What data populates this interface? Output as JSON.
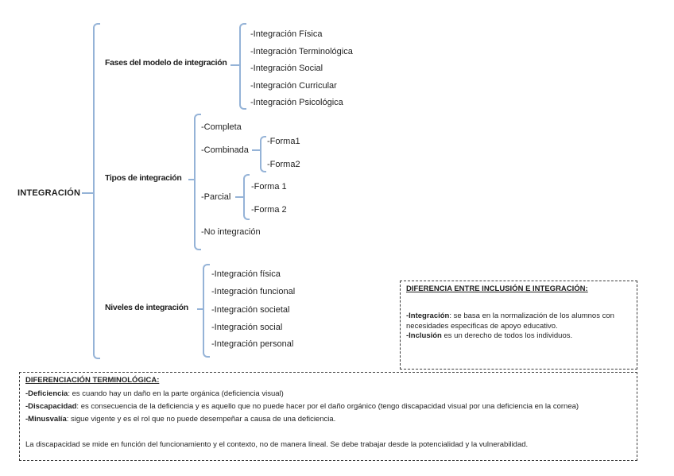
{
  "colors": {
    "bracket": "#95B3D7",
    "text": "#1f1f1f",
    "box_border": "#3c3c3c"
  },
  "tree": {
    "root": "INTEGRACIÓN",
    "branches": [
      {
        "label": "Fases del modelo de integración",
        "items": [
          "-Integración Física",
          "-Integración Terminológica",
          "-Integración Social",
          "-Integración Curricular",
          "-Integración Psicológica"
        ]
      },
      {
        "label": "Tipos de integración",
        "items": [
          "-Completa",
          "-Combinada",
          "-Parcial",
          "-No integración"
        ],
        "combinada_children": [
          "-Forma1",
          "-Forma2"
        ],
        "parcial_children": [
          "-Forma 1",
          "-Forma 2"
        ]
      },
      {
        "label": "Niveles de integración",
        "items": [
          "-Integración física",
          "-Integración funcional",
          "-Integración societal",
          "-Integración social",
          "-Integración personal"
        ]
      }
    ]
  },
  "inclusion_box": {
    "title": "DIFERENCIA ENTRE INCLUSIÓN E INTEGRACIÓN:",
    "lines": [
      {
        "term": "-Integración",
        "rest": ": se basa en la normalización de los alumnos con"
      },
      {
        "term": "",
        "rest": "necesidades especificas de apoyo educativo."
      },
      {
        "term": "-Inclusión",
        "rest": " es un derecho de todos los individuos."
      }
    ]
  },
  "terminology_box": {
    "title": "DIFERENCIACIÓN TERMINOLÓGICA:",
    "lines": [
      {
        "term": "-Deficiencia",
        "rest": ": es cuando hay un daño en la parte orgánica (deficiencia visual)"
      },
      {
        "term": "-Discapacidad",
        "rest": ": es consecuencia de la deficiencia y es aquello que no puede hacer por el daño orgánico (tengo discapacidad visual por una deficiencia en la cornea)"
      },
      {
        "term": "-Minusvalía",
        "rest": ": sigue vigente y es el rol que no puede desempeñar a causa de una deficiencia."
      }
    ],
    "footer": "La discapacidad se mide en función del funcionamiento y el contexto, no de manera lineal. Se debe trabajar desde la potencialidad y la vulnerabilidad."
  }
}
